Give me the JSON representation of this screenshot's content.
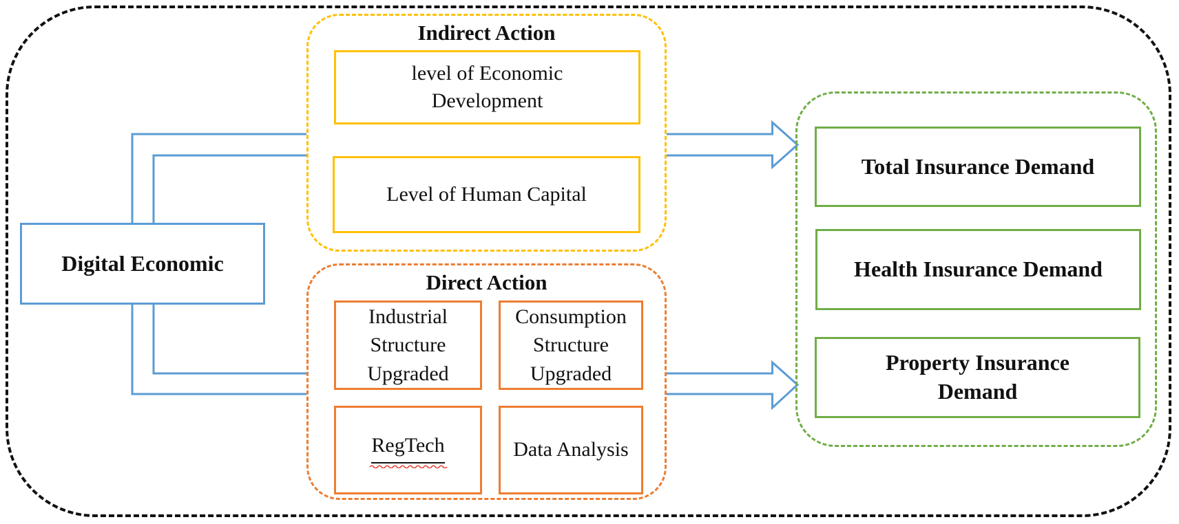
{
  "colors": {
    "blue": "#5B9BD5",
    "yellow": "#FFC000",
    "orange": "#ED7D31",
    "green": "#70AD47",
    "ink": "#111111",
    "squiggle-red": "#E8443A"
  },
  "source": {
    "label": "Digital Economic"
  },
  "indirect": {
    "title": "Indirect Action",
    "boxes": [
      {
        "label": "level of Economic Development"
      },
      {
        "label": "Level of Human Capital"
      }
    ]
  },
  "direct": {
    "title": "Direct Action",
    "boxes": [
      {
        "label": "Industrial Structure Upgraded"
      },
      {
        "label": "Consumption Structure Upgraded"
      },
      {
        "label": "RegTech"
      },
      {
        "label": "Data Analysis"
      }
    ]
  },
  "outcomes": {
    "boxes": [
      {
        "label": "Total Insurance Demand"
      },
      {
        "label": "Health Insurance Demand"
      },
      {
        "label": "Property Insurance Demand"
      }
    ]
  },
  "arrows": [
    {
      "id": "indirect-to-outcomes",
      "direction": "right",
      "color": "#5B9BD5"
    },
    {
      "id": "direct-to-outcomes",
      "direction": "right",
      "color": "#5B9BD5"
    }
  ]
}
